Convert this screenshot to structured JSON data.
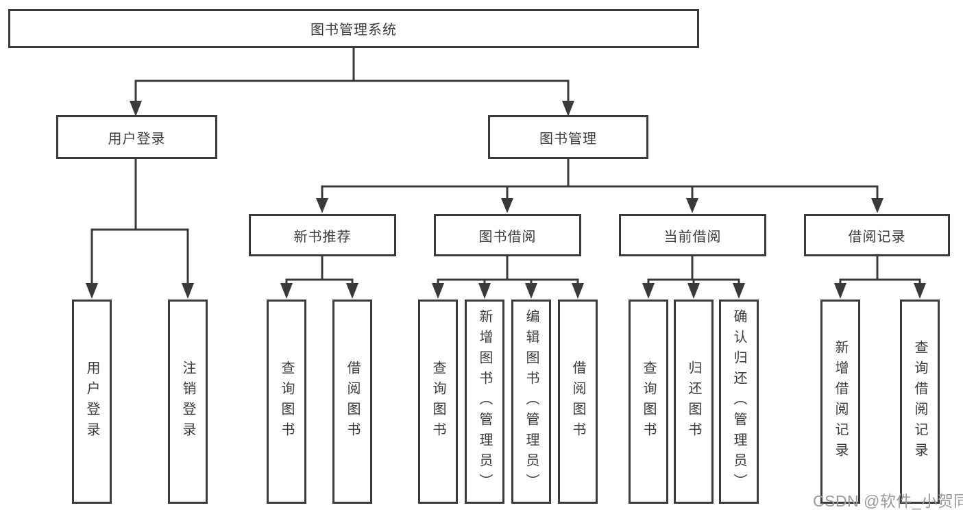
{
  "colors": {
    "line": "#3a3a3a",
    "node_border": "#3a3a3a",
    "node_text": "#3c3c3c",
    "watermark": "#9b9b9b",
    "background": "#ffffff"
  },
  "watermark": {
    "text": "CSDN @软件_小贺同学"
  },
  "tree": {
    "root": {
      "label": "图书管理系统"
    },
    "level2": [
      {
        "label": "用户登录",
        "children": [
          {
            "label": "用户登录"
          },
          {
            "label": "注销登录"
          }
        ]
      },
      {
        "label": "图书管理",
        "children": [
          {
            "label": "新书推荐",
            "children": [
              {
                "label": "查询图书"
              },
              {
                "label": "借阅图书"
              }
            ]
          },
          {
            "label": "图书借阅",
            "children": [
              {
                "label": "查询图书"
              },
              {
                "label": "新增图书（管理员）"
              },
              {
                "label": "编辑图书（管理员）"
              },
              {
                "label": "借阅图书"
              }
            ]
          },
          {
            "label": "当前借阅",
            "children": [
              {
                "label": "查询图书"
              },
              {
                "label": "归还图书"
              },
              {
                "label": "确认归还（管理员）"
              }
            ]
          },
          {
            "label": "借阅记录",
            "children": [
              {
                "label": "新增借阅记录"
              },
              {
                "label": "查询借阅记录"
              }
            ]
          }
        ]
      }
    ]
  }
}
